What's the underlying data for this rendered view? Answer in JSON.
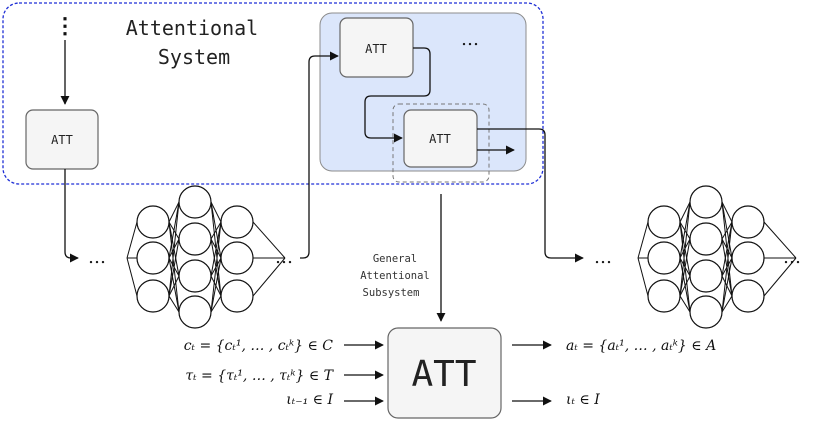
{
  "attentional_system": {
    "title_line1": "Attentional",
    "title_line2": "System",
    "att_label": "ATT",
    "vertical_ellipsis": "⋮",
    "horizontal_ellipsis": "…"
  },
  "flow": {
    "ellipsis": "…"
  },
  "general_subsystem": {
    "line1": "General",
    "line2": "Attentional",
    "line3": "Subsystem"
  },
  "main_att": {
    "label": "ATT"
  },
  "inputs": [
    {
      "formula": "cₜ = {cₜ¹, … , cₜᵏ} ∈ C"
    },
    {
      "formula": "τₜ = {τₜ¹, … , τₜᵏ} ∈ T"
    },
    {
      "formula": "ιₜ₋₁ ∈ I"
    }
  ],
  "outputs": [
    {
      "formula": "aₜ = {aₜ¹, … , aₜᵏ} ∈ A"
    },
    {
      "formula": "ιₜ ∈ I"
    }
  ],
  "colors": {
    "system_border": "#1f2fd6",
    "highlight_fill": "#dbe6fb",
    "att_fill": "#f5f5f5",
    "stroke": "#111111"
  }
}
